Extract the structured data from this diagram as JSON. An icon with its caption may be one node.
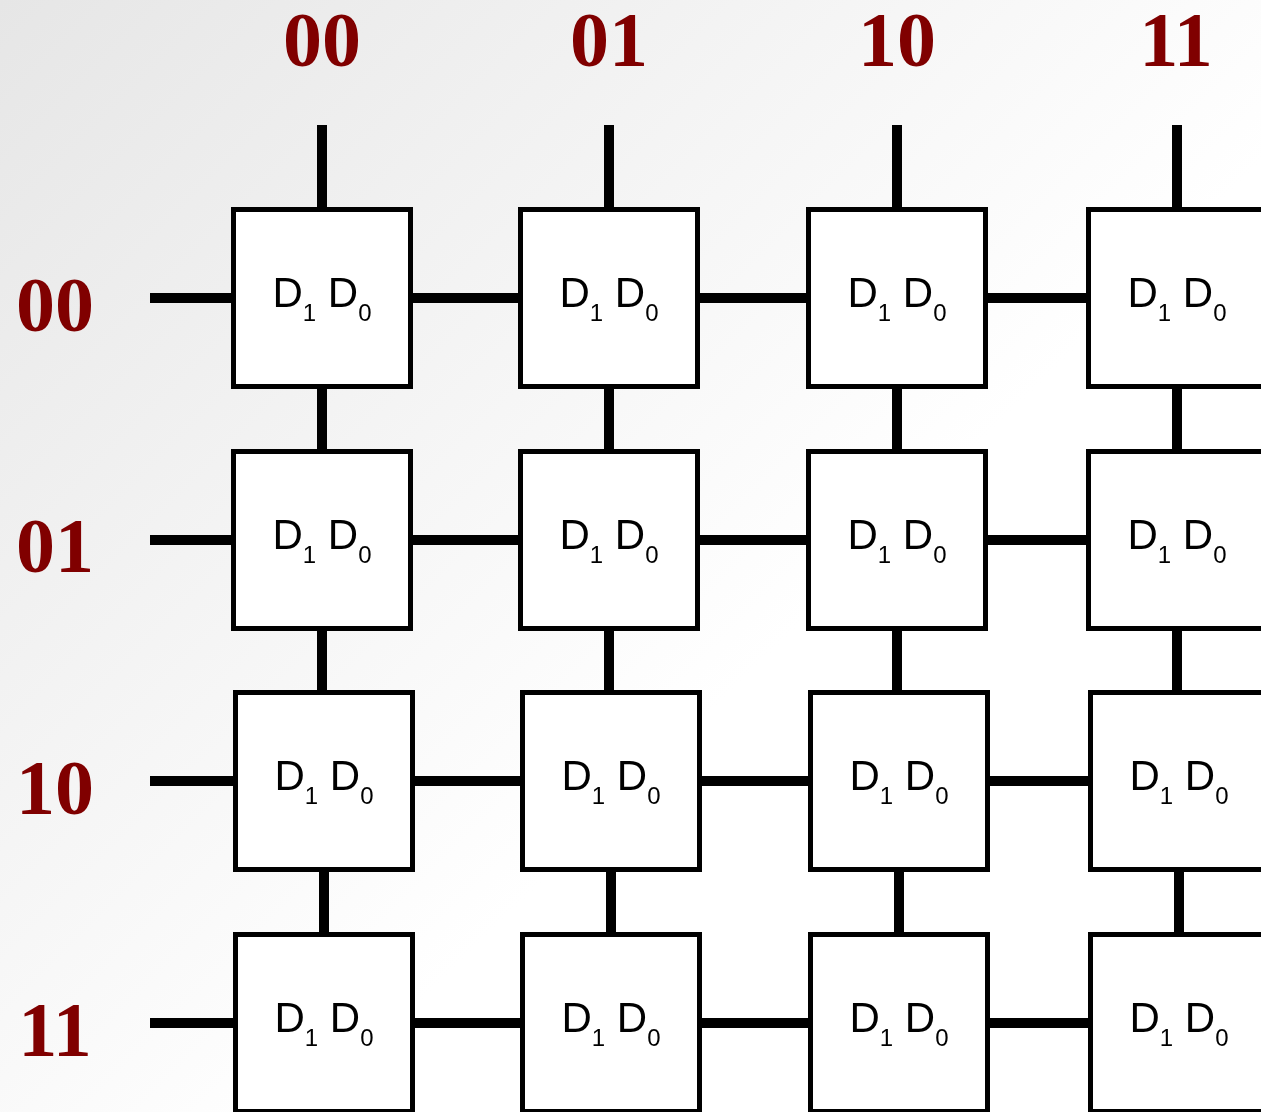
{
  "diagram": {
    "nodes": [
      {
        "text": [
          "D$_{1}$ D$_{0}$"
        ]
      },
      {
        "text": [
          "D$_{1}$ D$_{0}$"
        ]
      },
      {
        "text": [
          "D$_{1}$ D$_{0}$"
        ]
      },
      {
        "text": [
          "D$_{1}$ D$_{0}$"
        ]
      },
      {
        "text": [
          "D$_{1}$ D$_{0}$"
        ]
      },
      {
        "text": [
          "D$_{1}$ D$_{0}$"
        ]
      },
      {
        "text": [
          "D$_{1}$ D$_{0}$"
        ]
      },
      {
        "text": [
          "D$_{1}$ D$_{0}$"
        ]
      },
      {
        "text": [
          "D$_{1}$ D$_{0}$"
        ]
      },
      {
        "text": [
          "D$_{1}$ D$_{0}$"
        ]
      },
      {
        "text": [
          "D$_{1}$ D$_{0}$"
        ]
      },
      {
        "text": [
          "D$_{1}$ D$_{0}$"
        ]
      },
      {
        "text": [
          "D$_{1}$ D$_{0}$"
        ]
      },
      {
        "text": [
          "D$_{1}$ D$_{0}$"
        ]
      },
      {
        "text": [
          "D$_{1}$ D$_{0}$"
        ]
      },
      {
        "text": [
          "D$_{1}$ D$_{0}$"
        ]
      }
    ],
    "edges": [
      {
        "from": null,
        "to": 0,
        "arrow": "none"
      },
      {
        "from": null,
        "to": 1,
        "arrow": "none"
      },
      {
        "from": null,
        "to": 2,
        "arrow": "none"
      },
      {
        "from": null,
        "to": 3,
        "arrow": "none"
      },
      {
        "from": null,
        "to": 0,
        "arrow": "none"
      },
      {
        "from": 0,
        "to": 1,
        "arrow": "none"
      },
      {
        "from": 1,
        "to": 2,
        "arrow": "none"
      },
      {
        "from": 2,
        "to": 3,
        "arrow": "none"
      },
      {
        "from": 0,
        "to": 4,
        "arrow": "none"
      },
      {
        "from": 1,
        "to": 5,
        "arrow": "none"
      },
      {
        "from": 2,
        "to": 6,
        "arrow": "none"
      },
      {
        "from": 3,
        "to": 7,
        "arrow": "none"
      },
      {
        "from": null,
        "to": 4,
        "arrow": "none"
      },
      {
        "from": 4,
        "to": 5,
        "arrow": "none"
      },
      {
        "from": 5,
        "to": 6,
        "arrow": "none"
      },
      {
        "from": 6,
        "to": 7,
        "arrow": "none"
      },
      {
        "from": 4,
        "to": 8,
        "arrow": "none"
      },
      {
        "from": 5,
        "to": 9,
        "arrow": "none"
      },
      {
        "from": 6,
        "to": 10,
        "arrow": "none"
      },
      {
        "from": 7,
        "to": 11,
        "arrow": "none"
      },
      {
        "from": null,
        "to": 8,
        "arrow": "none"
      },
      {
        "from": 8,
        "to": 9,
        "arrow": "none"
      },
      {
        "from": 9,
        "to": 10,
        "arrow": "none"
      },
      {
        "from": 10,
        "to": 11,
        "arrow": "none"
      },
      {
        "from": 8,
        "to": 12,
        "arrow": "none"
      },
      {
        "from": 9,
        "to": 13,
        "arrow": "none"
      },
      {
        "from": 10,
        "to": 14,
        "arrow": "none"
      },
      {
        "from": 11,
        "to": 15,
        "arrow": "none"
      },
      {
        "from": null,
        "to": 12,
        "arrow": "none"
      },
      {
        "from": 12,
        "to": 13,
        "arrow": "none"
      },
      {
        "from": 13,
        "to": 14,
        "arrow": "none"
      },
      {
        "from": 14,
        "to": 15,
        "arrow": "none"
      }
    ],
    "labels": [
      "00",
      "01",
      "10",
      "11",
      "00",
      "01",
      "10",
      "11"
    ]
  }
}
